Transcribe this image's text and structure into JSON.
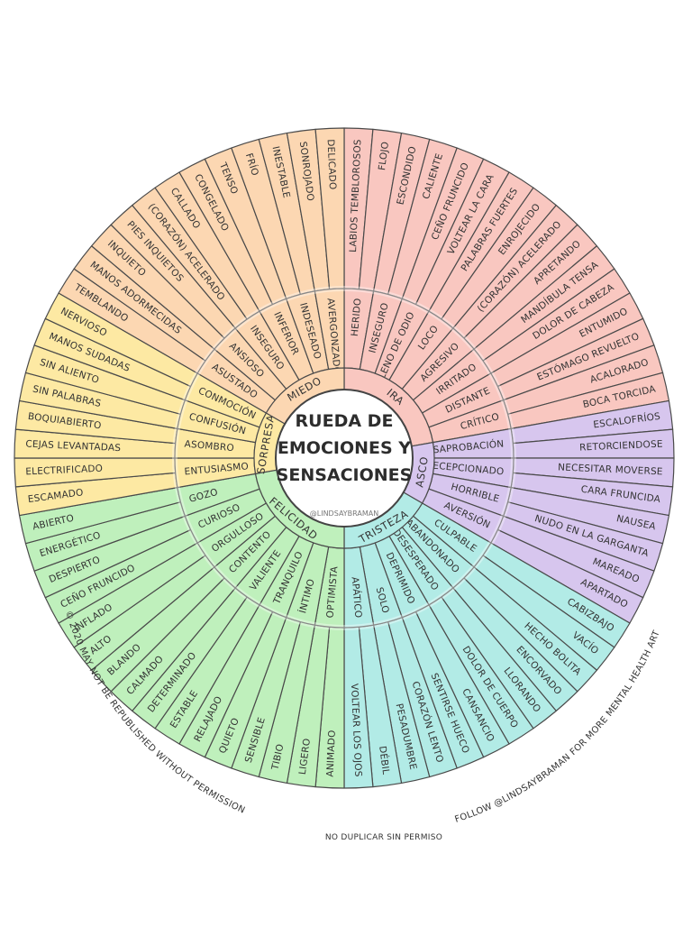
{
  "title_lines": [
    "RUEDA DE",
    "EMOCIONES Y",
    "SENSACIONES"
  ],
  "handle": "@LINDSAYBRAMAN",
  "footer": {
    "left": "© 2020 MAY NOT BE REPUBLISHED WITHOUT PERMISSION",
    "right": "FOLLOW @LINDSAYBRAMAN FOR MORE MENTAL HEALTH ART",
    "bottom": "NO DUPLICAR SIN PERMISO"
  },
  "emotions": [
    {
      "core": "IRA",
      "color": "#f9c7c0",
      "middle": [
        "HERIDO",
        "INSEGURO",
        "LLENO DE ODIO",
        "LOCO",
        "AGRESIVO",
        "IRRITADO",
        "DISTANTE",
        "CRÍTICO"
      ],
      "outer": [
        "LABIOS TEMBLOROSOS",
        "FLOJO",
        "ESCONDIDO",
        "CALIENTE",
        "CEÑO FRUNCIDO",
        "VOLTEAR LA CARA",
        "PALABRAS FUERTES",
        "ENROJECIDO",
        "(CORAZÓN) ACELERADO",
        "APRETANDO",
        "MANDÍBULA TENSA",
        "DOLOR DE CABEZA",
        "ENTUMIDO",
        "ESTÓMAGO REVUELTO",
        "ACALORADO",
        "BOCA TORCIDA"
      ]
    },
    {
      "core": "ASCO",
      "color": "#d7c6ee",
      "middle": [
        "DESAPROBACIÓN",
        "DECEPCIONADO",
        "HORRIBLE",
        "AVERSIÓN"
      ],
      "outer": [
        "ESCALOFRÍOS",
        "RETORCIENDOSE",
        "NECESITAR MOVERSE",
        "CARA FRUNCIDA",
        "NAUSEA",
        "NUDO EN LA GARGANTA",
        "MAREADO",
        "APARTADO"
      ]
    },
    {
      "core": "TRISTEZA",
      "color": "#b2ebe6",
      "middle": [
        "CULPABLE",
        "ABANDONADO",
        "DESESPERADO",
        "DEPRIMIDO",
        "SOLO",
        "APÁTICO"
      ],
      "outer": [
        "CABIZBAJO",
        "VACÍO",
        "HECHO BOLITA",
        "ENCORVADO",
        "LLORANDO",
        "DOLOR DE CUERPO",
        "CANSANCIO",
        "SENTIRSE HUECO",
        "CORAZÓN LENTO",
        "PESADUMBRE",
        "DÉBIL",
        "VOLTEAR LOS OJOS"
      ]
    },
    {
      "core": "FELICIDAD",
      "color": "#bff0bc",
      "middle": [
        "OPTIMISTA",
        "ÍNTIMO",
        "TRANQUILO",
        "VALIENTE",
        "CONTENTO",
        "ORGULLOSO",
        "CURIOSO",
        "GOZO"
      ],
      "outer": [
        "ANIMADO",
        "LIGERO",
        "TIBIO",
        "SENSIBLE",
        "QUIETO",
        "RELAJADO",
        "ESTABLE",
        "DETERMINADO",
        "CALMADO",
        "BLANDO",
        "ALTO",
        "INFLADO",
        "CEÑO FRUNCIDO",
        "DESPIERTO",
        "ENERGÉTICO",
        "ABIERTO"
      ]
    },
    {
      "core": "SORPRESA",
      "color": "#fde9a3",
      "middle": [
        "ENTUSIASMO",
        "ASOMBRO",
        "CONFUSIÓN",
        "CONMOCIÓN"
      ],
      "outer": [
        "ESCAMADO",
        "ELECTRIFICADO",
        "CEJAS LEVANTADAS",
        "BOQUIABIERTO",
        "SIN PALABRAS",
        "SIN ALIENTO",
        "MANOS SUDADAS",
        "NERVIOSO"
      ]
    },
    {
      "core": "MIEDO",
      "color": "#fcd7b2",
      "middle": [
        "ASUSTADO",
        "ANSIOSO",
        "INSEGURO",
        "INFERIOR",
        "INDESEADO",
        "AVERGONZADO"
      ],
      "outer": [
        "TEMBLANDO",
        "MANOS ADORMECIDAS",
        "INQUIETO",
        "PIES INQUIETOS",
        "(CORAZÓN) ACELERADO",
        "CALLADO",
        "CONGELADO",
        "TENSO",
        "FRÍO",
        "INESTABLE",
        "SONROJADO",
        "DELICADO"
      ]
    }
  ]
}
